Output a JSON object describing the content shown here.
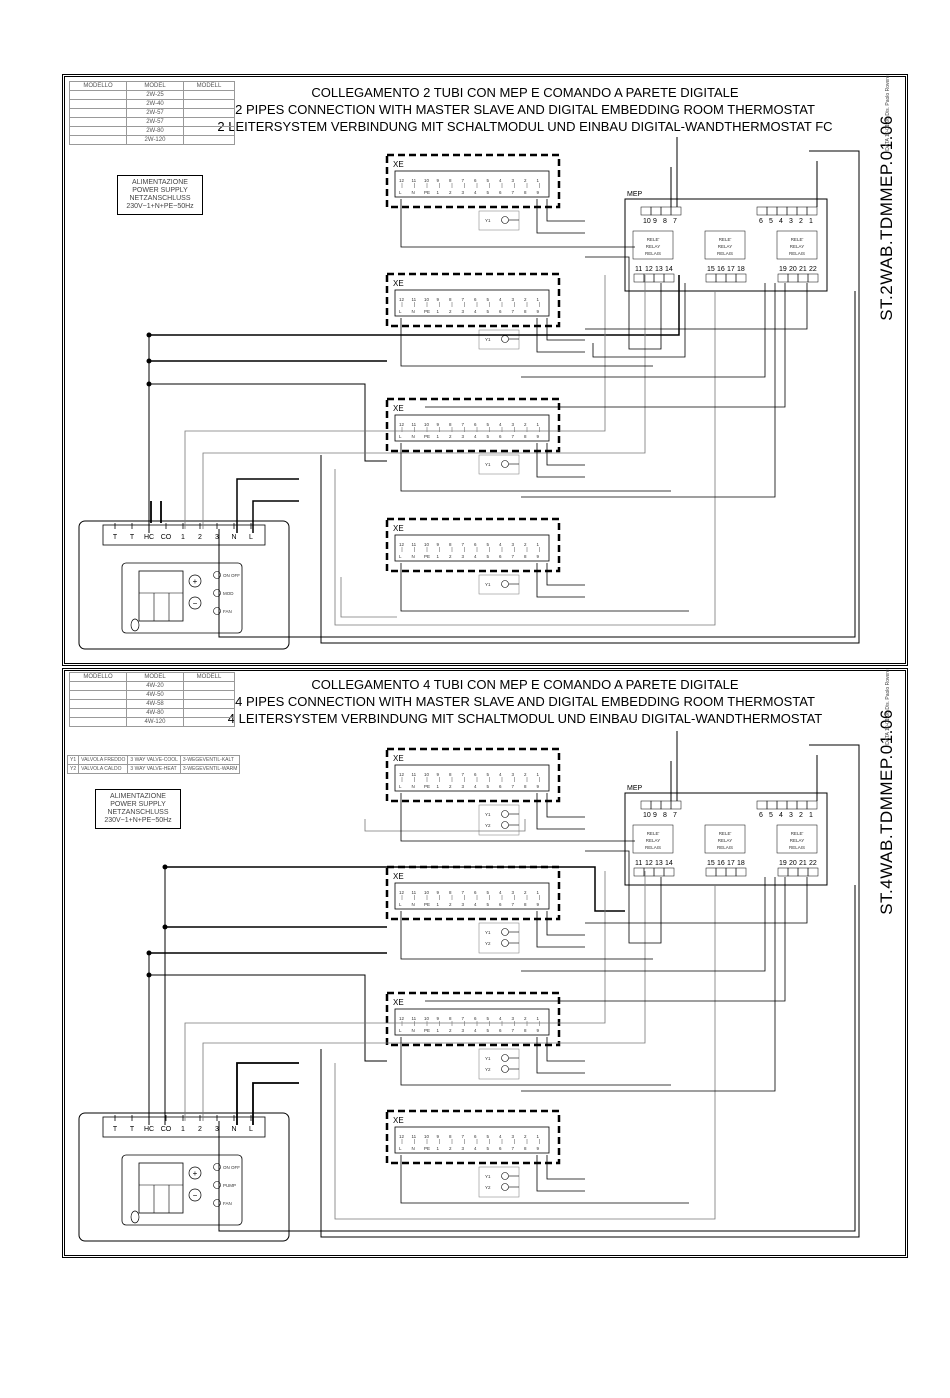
{
  "diagrams": [
    {
      "title_it": "COLLEGAMENTO 2 TUBI CON MEP E COMANDO A PARETE DIGITALE",
      "title_en": "2 PIPES CONNECTION WITH MASTER SLAVE AND DIGITAL EMBEDDING ROOM THERMOSTAT",
      "title_de": "2 LEITERSYSTEM VERBINDUNG  MIT SCHALTMODUL UND EINBAU DIGITAL-WANDTHERMOSTAT FC",
      "code": "ST.2WAB.TDMMEP.01.06",
      "stamp": "DATA 10-01-06  Dis. Paolo Rovere",
      "model_headers": [
        "MODELLO",
        "MODEL",
        "MODELL"
      ],
      "models": [
        "2W-25",
        "2W-40",
        "2W-57",
        "2W-57",
        "2W-80",
        "2W-120"
      ],
      "power_supply": [
        "ALIMENTAZIONE",
        "POWER SUPPLY",
        "NETZANSCHLUSS",
        "230V~1+N+PE~50Hz"
      ],
      "thermostat_terminals": [
        "T",
        "T",
        "HC",
        "CO",
        "1",
        "2",
        "3",
        "N",
        "L"
      ],
      "thermostat_buttons": [
        "ON OFF",
        "MOD",
        "FAN"
      ]
    },
    {
      "title_it": "COLLEGAMENTO 4 TUBI CON MEP E COMANDO A PARETE DIGITALE",
      "title_en": "4 PIPES CONNECTION WITH MASTER SLAVE AND DIGITAL EMBEDDING ROOM THERMOSTAT",
      "title_de": "4 LEITERSYSTEM VERBINDUNG  MIT SCHALTMODUL UND EINBAU DIGITAL-WANDTHERMOSTAT",
      "code": "ST.4WAB.TDMMEP.01.06",
      "stamp": "DATA 10-01-06  Dis. Paolo Rovere",
      "model_headers": [
        "MODELLO",
        "MODEL",
        "MODELL"
      ],
      "models": [
        "4W-20",
        "4W-50",
        "4W-58",
        "4W-80",
        "4W-120"
      ],
      "valves": [
        {
          "id": "Y1",
          "it": "VALVOLA FREDDO",
          "en": "3 WAY VALVE-COOL",
          "de": "3-WEGEVENTIL-KALT"
        },
        {
          "id": "Y2",
          "it": "VALVOLA CALDO",
          "en": "3 WAY VALVE-HEAT",
          "de": "3-WEGEVENTIL-WARM"
        }
      ],
      "power_supply": [
        "ALIMENTAZIONE",
        "POWER SUPPLY",
        "NETZANSCHLUSS",
        "230V~1+N+PE~50Hz"
      ],
      "thermostat_terminals": [
        "T",
        "T",
        "HC",
        "CO",
        "1",
        "2",
        "3",
        "N",
        "L"
      ],
      "thermostat_buttons": [
        "ON OFF",
        "PUMP",
        "FAN"
      ]
    }
  ],
  "unit_label": "XE",
  "unit_terminals": [
    "12",
    "11",
    "10",
    "9",
    "8",
    "7",
    "6",
    "5",
    "4",
    "3",
    "2",
    "1"
  ],
  "unit_terminals_bottom": [
    "L",
    "N",
    "PE",
    "1",
    "2",
    "3",
    "4",
    "5",
    "6",
    "7",
    "8",
    "9"
  ],
  "valve_labels": [
    "Y1",
    "Y2"
  ],
  "mep": {
    "label": "MEP",
    "terminals_top_left": [
      "10",
      "9",
      "8",
      "7"
    ],
    "terminals_top_right": [
      "6",
      "5",
      "4",
      "3",
      "2",
      "1"
    ],
    "terminals_bottom": [
      "11",
      "12",
      "13",
      "14",
      "15",
      "16",
      "17",
      "18",
      "19",
      "20",
      "21",
      "22"
    ],
    "relay_text": [
      "RELE'",
      "RELAY",
      "RELAIS"
    ]
  }
}
